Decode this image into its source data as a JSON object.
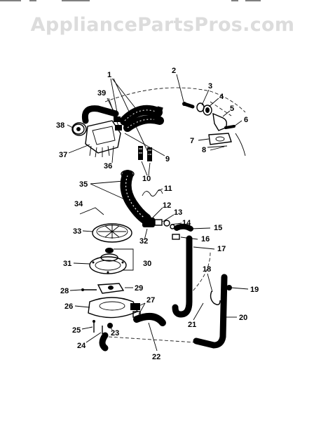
{
  "watermark": "AppliancePartsPros.com",
  "callouts": {
    "c1": "1",
    "c2": "2",
    "c3": "3",
    "c4": "4",
    "c5": "5",
    "c6": "6",
    "c7": "7",
    "c8": "8",
    "c9": "9",
    "c10": "10",
    "c11": "11",
    "c12": "12",
    "c13": "13",
    "c14": "14",
    "c15": "15",
    "c16": "16",
    "c17": "17",
    "c18": "18",
    "c19": "19",
    "c20": "20",
    "c21": "21",
    "c22": "22",
    "c23": "23",
    "c24": "24",
    "c25": "25",
    "c26": "26",
    "c27": "27",
    "c28": "28",
    "c29": "29",
    "c30": "30",
    "c31": "31",
    "c32": "32",
    "c33": "33",
    "c34": "34",
    "c35": "35",
    "c36": "36",
    "c37": "37",
    "c38": "38",
    "c39": "39"
  }
}
